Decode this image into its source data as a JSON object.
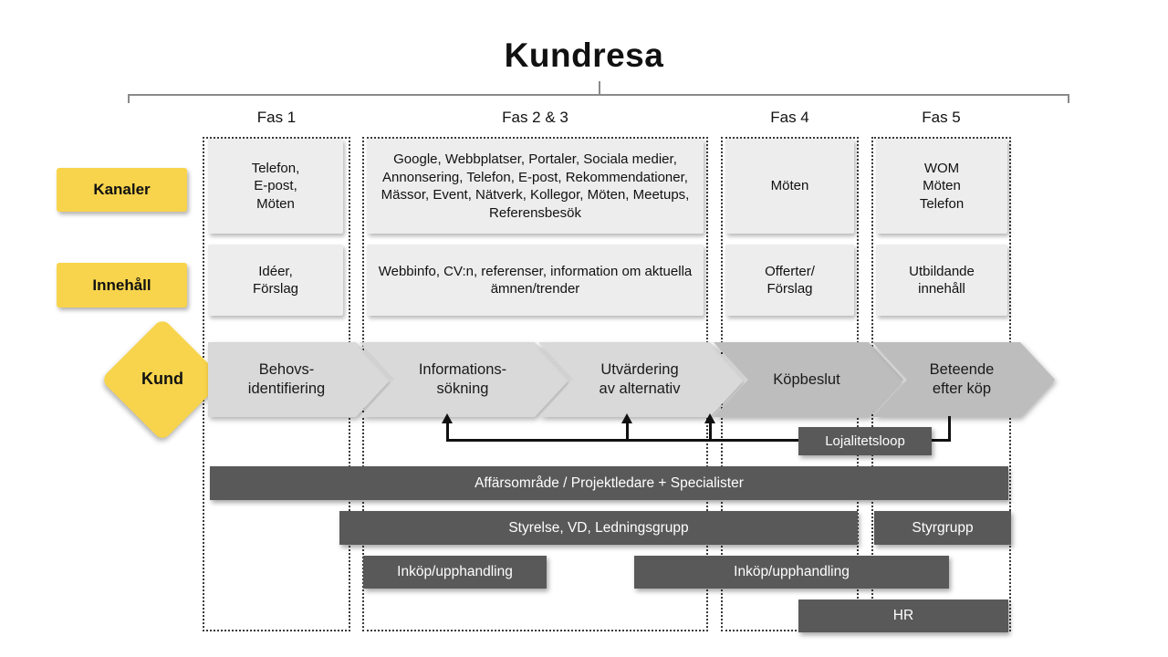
{
  "title": "Kundresa",
  "phases": [
    "Fas 1",
    "Fas 2 & 3",
    "Fas 4",
    "Fas 5"
  ],
  "rows": {
    "kanaler": {
      "label": "Kanaler",
      "cells": [
        "Telefon,\nE-post,\nMöten",
        "Google, Webbplatser, Portaler, Sociala medier, Annonsering, Telefon, E-post, Rekommendationer, Mässor, Event, Nätverk, Kollegor, Möten, Meetups, Referensbesök",
        "Möten",
        "WOM\nMöten\nTelefon"
      ]
    },
    "innehall": {
      "label": "Innehåll",
      "cells": [
        "Idéer,\nFörslag",
        "Webbinfo, CV:n, referenser, information om aktuella ämnen/trender",
        "Offerter/\nFörslag",
        "Utbildande\ninnehåll"
      ]
    },
    "kund": {
      "label": "Kund",
      "steps": [
        "Behovs-\nidentifiering",
        "Informations-\nsökning",
        "Utvärdering\nav alternativ",
        "Köpbeslut",
        "Beteende\nefter köp"
      ]
    }
  },
  "loyalty_loop": {
    "label": "Lojalitetsloop"
  },
  "org_bars": [
    "Affärsområde / Projektledare + Specialister",
    "Styrelse, VD, Ledningsgrupp",
    "Styrgrupp",
    "Inköp/upphandling",
    "Inköp/upphandling",
    "HR"
  ],
  "colors": {
    "accent_yellow": "#f8d44c",
    "light_cell": "#ededed",
    "arrow_light": "#d9d9d9",
    "arrow_dark": "#bdbdbd",
    "dark_bar": "#595959"
  }
}
